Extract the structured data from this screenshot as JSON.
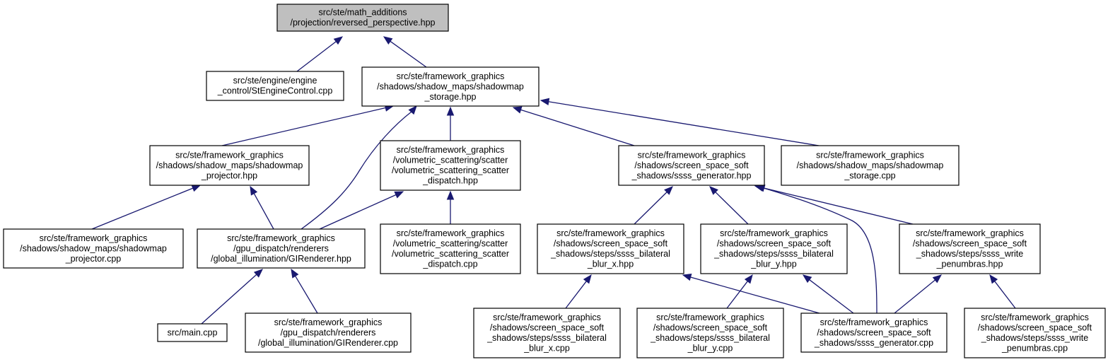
{
  "diagram": {
    "type": "include-dependency-graph",
    "nodes": [
      {
        "id": "n0",
        "root": true,
        "lines": [
          "src/ste/math_additions",
          "/projection/reversed_perspective.hpp"
        ]
      },
      {
        "id": "n1",
        "lines": [
          "src/ste/engine/engine",
          "_control/StEngineControl.cpp"
        ]
      },
      {
        "id": "n2",
        "lines": [
          "src/ste/framework_graphics",
          "/shadows/shadow_maps/shadowmap",
          "_storage.hpp"
        ]
      },
      {
        "id": "n3",
        "lines": [
          "src/ste/framework_graphics",
          "/shadows/shadow_maps/shadowmap",
          "_projector.hpp"
        ]
      },
      {
        "id": "n4",
        "lines": [
          "src/ste/framework_graphics",
          "/volumetric_scattering/scatter",
          "/volumetric_scattering_scatter",
          "_dispatch.hpp"
        ]
      },
      {
        "id": "n5",
        "lines": [
          "src/ste/framework_graphics",
          "/shadows/screen_space_soft",
          "_shadows/ssss_generator.hpp"
        ]
      },
      {
        "id": "n6",
        "lines": [
          "src/ste/framework_graphics",
          "/shadows/shadow_maps/shadowmap",
          "_storage.cpp"
        ]
      },
      {
        "id": "n7",
        "lines": [
          "src/ste/framework_graphics",
          "/shadows/shadow_maps/shadowmap",
          "_projector.cpp"
        ]
      },
      {
        "id": "n8",
        "lines": [
          "src/ste/framework_graphics",
          "/gpu_dispatch/renderers",
          "/global_illumination/GIRenderer.hpp"
        ]
      },
      {
        "id": "n9",
        "lines": [
          "src/ste/framework_graphics",
          "/volumetric_scattering/scatter",
          "/volumetric_scattering_scatter",
          "_dispatch.cpp"
        ]
      },
      {
        "id": "n10",
        "lines": [
          "src/ste/framework_graphics",
          "/shadows/screen_space_soft",
          "_shadows/steps/ssss_bilateral",
          "_blur_x.hpp"
        ]
      },
      {
        "id": "n11",
        "lines": [
          "src/ste/framework_graphics",
          "/shadows/screen_space_soft",
          "_shadows/steps/ssss_bilateral",
          "_blur_y.hpp"
        ]
      },
      {
        "id": "n12",
        "lines": [
          "src/ste/framework_graphics",
          "/shadows/screen_space_soft",
          "_shadows/steps/ssss_write",
          "_penumbras.hpp"
        ]
      },
      {
        "id": "n13",
        "lines": [
          "src/main.cpp"
        ]
      },
      {
        "id": "n14",
        "lines": [
          "src/ste/framework_graphics",
          "/gpu_dispatch/renderers",
          "/global_illumination/GIRenderer.cpp"
        ]
      },
      {
        "id": "n15",
        "lines": [
          "src/ste/framework_graphics",
          "/shadows/screen_space_soft",
          "_shadows/steps/ssss_bilateral",
          "_blur_x.cpp"
        ]
      },
      {
        "id": "n16",
        "lines": [
          "src/ste/framework_graphics",
          "/shadows/screen_space_soft",
          "_shadows/steps/ssss_bilateral",
          "_blur_y.cpp"
        ]
      },
      {
        "id": "n17",
        "lines": [
          "src/ste/framework_graphics",
          "/shadows/screen_space_soft",
          "_shadows/ssss_generator.cpp"
        ]
      },
      {
        "id": "n18",
        "lines": [
          "src/ste/framework_graphics",
          "/shadows/screen_space_soft",
          "_shadows/steps/ssss_write",
          "_penumbras.cpp"
        ]
      }
    ],
    "edges": [
      {
        "from": "n1",
        "to": "n0"
      },
      {
        "from": "n2",
        "to": "n0"
      },
      {
        "from": "n3",
        "to": "n2"
      },
      {
        "from": "n8",
        "to": "n2"
      },
      {
        "from": "n4",
        "to": "n2"
      },
      {
        "from": "n5",
        "to": "n2"
      },
      {
        "from": "n6",
        "to": "n2"
      },
      {
        "from": "n7",
        "to": "n3"
      },
      {
        "from": "n8",
        "to": "n3"
      },
      {
        "from": "n8",
        "to": "n4"
      },
      {
        "from": "n9",
        "to": "n4"
      },
      {
        "from": "n10",
        "to": "n5"
      },
      {
        "from": "n11",
        "to": "n5"
      },
      {
        "from": "n17",
        "to": "n5"
      },
      {
        "from": "n12",
        "to": "n5"
      },
      {
        "from": "n13",
        "to": "n8"
      },
      {
        "from": "n14",
        "to": "n8"
      },
      {
        "from": "n15",
        "to": "n10"
      },
      {
        "from": "n17",
        "to": "n10"
      },
      {
        "from": "n16",
        "to": "n11"
      },
      {
        "from": "n17",
        "to": "n11"
      },
      {
        "from": "n17",
        "to": "n12"
      },
      {
        "from": "n18",
        "to": "n12"
      }
    ]
  }
}
